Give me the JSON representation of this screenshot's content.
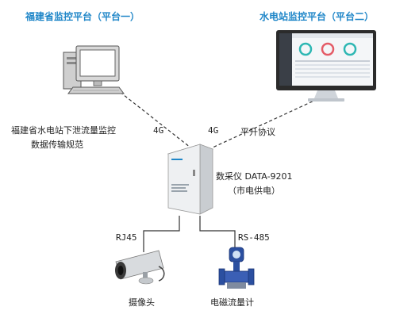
{
  "platform1": {
    "title": "福建省监控平台（平台一）"
  },
  "platform2": {
    "title": "水电站监控平台（平台二）"
  },
  "links": {
    "left_4g": "4G",
    "right_4g": "4G",
    "protocol": "平升协议",
    "spec_line1": "福建省水电站下泄流量监控",
    "spec_line2": "数据传输规范",
    "rj45": "RJ45",
    "rs485": "RS-485"
  },
  "device": {
    "name": "数采仪 DATA-9201",
    "power": "（市电供电）"
  },
  "camera": {
    "label": "摄像头"
  },
  "flowmeter": {
    "label": "电磁流量计"
  },
  "colors": {
    "accent": "#1f86c8",
    "line": "#333333"
  }
}
